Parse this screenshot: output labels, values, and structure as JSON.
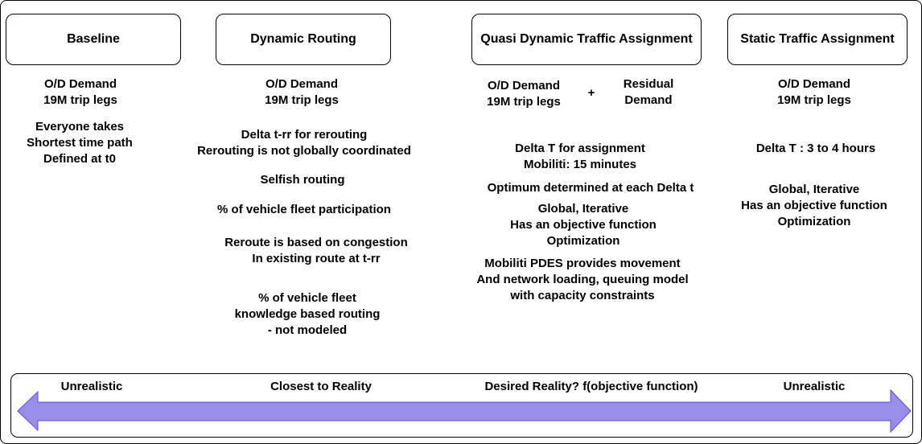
{
  "columns": [
    {
      "title": "Baseline",
      "texts": [
        [
          "O/D Demand",
          "19M trip legs"
        ],
        [
          "Everyone takes",
          "Shortest time path",
          "Defined at t0"
        ]
      ]
    },
    {
      "title": "Dynamic Routing",
      "texts": [
        [
          "O/D Demand",
          "19M trip legs"
        ],
        [
          "Delta t-rr for rerouting",
          "Rerouting is not globally coordinated"
        ],
        [
          "Selfish routing"
        ],
        [
          "% of vehicle fleet participation"
        ],
        [
          "Reroute is based on congestion",
          "In existing route at t-rr"
        ],
        [
          "% of vehicle fleet",
          "knowledge based routing",
          "- not modeled"
        ]
      ]
    },
    {
      "title": "Quasi Dynamic Traffic Assignment",
      "demand": [
        "O/D Demand",
        "19M trip legs"
      ],
      "plus": "+",
      "residual": [
        "Residual",
        "Demand"
      ],
      "texts": [
        [
          "Delta T for assignment",
          "Mobiliti: 15 minutes"
        ],
        [
          "Optimum determined at each Delta t"
        ],
        [
          "Global, Iterative",
          "Has an objective function",
          "Optimization"
        ],
        [
          "Mobiliti PDES provides movement",
          "And network loading, queuing model",
          "with capacity constraints"
        ]
      ]
    },
    {
      "title": "Static Traffic Assignment",
      "texts": [
        [
          "O/D Demand",
          "19M trip legs"
        ],
        [
          "Delta T : 3 to 4 hours"
        ],
        [
          "Global, Iterative",
          "Has an objective function",
          "Optimization"
        ]
      ]
    }
  ],
  "spectrum": {
    "labels": [
      "Unrealistic",
      "Closest to Reality",
      "Desired Reality? f(objective function)",
      "Unrealistic"
    ],
    "arrow_color": "#9b8ee8",
    "arrow_edge": "#5a4bd0"
  }
}
